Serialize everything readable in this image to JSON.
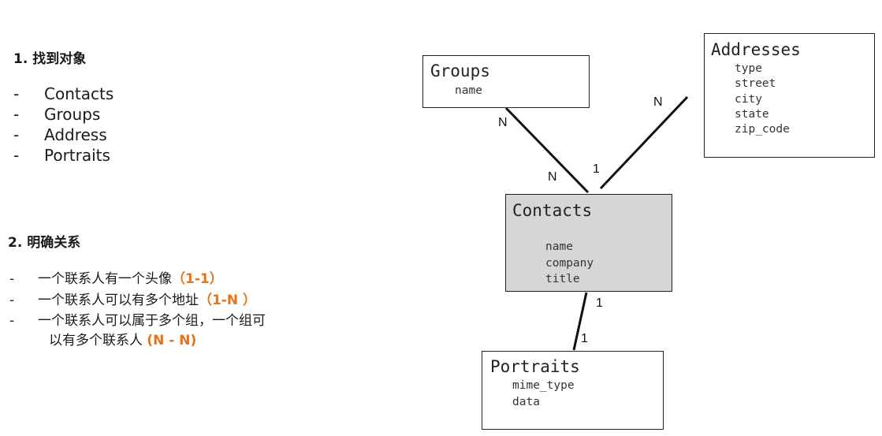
{
  "left": {
    "section1": {
      "heading": "1. 找到对象",
      "items": [
        "Contacts",
        "Groups",
        "Address",
        "Portraits"
      ]
    },
    "section2": {
      "heading": "2. 明确关系",
      "rels": [
        {
          "text": "一个联系人有一个头像",
          "tag": "（1-1）"
        },
        {
          "text": "一个联系人可以有多个地址",
          "tag": "（1-N ）"
        },
        {
          "text": "一个联系人可以属于多个组，一个组可",
          "tag": ""
        },
        {
          "text": "以有多个联系人 ",
          "tag": "(N - N)"
        }
      ]
    },
    "dash": "-"
  },
  "diagram": {
    "groups": {
      "title": "Groups",
      "attrs": [
        "name"
      ]
    },
    "addresses": {
      "title": "Addresses",
      "attrs": [
        "type",
        "street",
        "city",
        "state",
        "zip_code"
      ]
    },
    "contacts": {
      "title": "Contacts",
      "attrs": [
        "name",
        "company",
        "title"
      ]
    },
    "portraits": {
      "title": "Portraits",
      "attrs": [
        "mime_type",
        "data"
      ]
    },
    "cardinalities": {
      "groups_end": "N",
      "contacts_groups_end": "N",
      "addresses_end": "N",
      "contacts_addresses_end": "1",
      "contacts_portraits_end": "1",
      "portraits_end": "1"
    },
    "colors": {
      "accent": "#e8731a",
      "contacts_fill": "#d6d6d6",
      "line": "#111111"
    }
  }
}
